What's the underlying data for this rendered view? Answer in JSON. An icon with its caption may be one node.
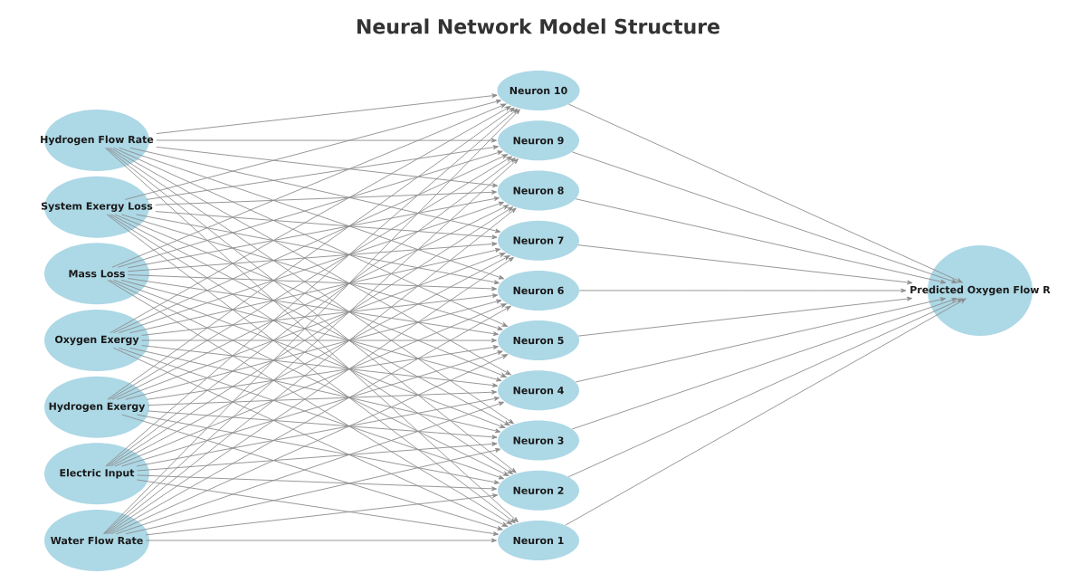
{
  "diagram": {
    "title": "Neural Network Model Structure",
    "nodes": [
      {
        "text": [
          "Hydrogen Flow Rate"
        ]
      },
      {
        "text": [
          "System Exergy Loss"
        ]
      },
      {
        "text": [
          "Mass Loss"
        ]
      },
      {
        "text": [
          "Oxygen Exergy"
        ]
      },
      {
        "text": [
          "Hydrogen Exergy"
        ]
      },
      {
        "text": [
          "Electric Input"
        ]
      },
      {
        "text": [
          "Water Flow Rate"
        ]
      },
      {
        "text": [
          "Neuron 10"
        ]
      },
      {
        "text": [
          "Neuron 9"
        ]
      },
      {
        "text": [
          "Neuron 8"
        ]
      },
      {
        "text": [
          "Neuron 7"
        ]
      },
      {
        "text": [
          "Neuron 6"
        ]
      },
      {
        "text": [
          "Neuron 5"
        ]
      },
      {
        "text": [
          "Neuron 4"
        ]
      },
      {
        "text": [
          "Neuron 3"
        ]
      },
      {
        "text": [
          "Neuron 2"
        ]
      },
      {
        "text": [
          "Neuron 1"
        ]
      },
      {
        "text": [
          "Predicted Oxygen Flow R"
        ]
      }
    ],
    "edges": [
      {
        "from": 0,
        "to": 7,
        "arrow": "to"
      },
      {
        "from": 0,
        "to": 8,
        "arrow": "to"
      },
      {
        "from": 0,
        "to": 9,
        "arrow": "to"
      },
      {
        "from": 0,
        "to": 10,
        "arrow": "to"
      },
      {
        "from": 0,
        "to": 11,
        "arrow": "to"
      },
      {
        "from": 0,
        "to": 12,
        "arrow": "to"
      },
      {
        "from": 0,
        "to": 13,
        "arrow": "to"
      },
      {
        "from": 0,
        "to": 14,
        "arrow": "to"
      },
      {
        "from": 0,
        "to": 15,
        "arrow": "to"
      },
      {
        "from": 0,
        "to": 16,
        "arrow": "to"
      },
      {
        "from": 1,
        "to": 7,
        "arrow": "to"
      },
      {
        "from": 1,
        "to": 8,
        "arrow": "to"
      },
      {
        "from": 1,
        "to": 9,
        "arrow": "to"
      },
      {
        "from": 1,
        "to": 10,
        "arrow": "to"
      },
      {
        "from": 1,
        "to": 11,
        "arrow": "to"
      },
      {
        "from": 1,
        "to": 12,
        "arrow": "to"
      },
      {
        "from": 1,
        "to": 13,
        "arrow": "to"
      },
      {
        "from": 1,
        "to": 14,
        "arrow": "to"
      },
      {
        "from": 1,
        "to": 15,
        "arrow": "to"
      },
      {
        "from": 1,
        "to": 16,
        "arrow": "to"
      },
      {
        "from": 2,
        "to": 7,
        "arrow": "to"
      },
      {
        "from": 2,
        "to": 8,
        "arrow": "to"
      },
      {
        "from": 2,
        "to": 9,
        "arrow": "to"
      },
      {
        "from": 2,
        "to": 10,
        "arrow": "to"
      },
      {
        "from": 2,
        "to": 11,
        "arrow": "to"
      },
      {
        "from": 2,
        "to": 12,
        "arrow": "to"
      },
      {
        "from": 2,
        "to": 13,
        "arrow": "to"
      },
      {
        "from": 2,
        "to": 14,
        "arrow": "to"
      },
      {
        "from": 2,
        "to": 15,
        "arrow": "to"
      },
      {
        "from": 2,
        "to": 16,
        "arrow": "to"
      },
      {
        "from": 3,
        "to": 7,
        "arrow": "to"
      },
      {
        "from": 3,
        "to": 8,
        "arrow": "to"
      },
      {
        "from": 3,
        "to": 9,
        "arrow": "to"
      },
      {
        "from": 3,
        "to": 10,
        "arrow": "to"
      },
      {
        "from": 3,
        "to": 11,
        "arrow": "to"
      },
      {
        "from": 3,
        "to": 12,
        "arrow": "to"
      },
      {
        "from": 3,
        "to": 13,
        "arrow": "to"
      },
      {
        "from": 3,
        "to": 14,
        "arrow": "to"
      },
      {
        "from": 3,
        "to": 15,
        "arrow": "to"
      },
      {
        "from": 3,
        "to": 16,
        "arrow": "to"
      },
      {
        "from": 4,
        "to": 7,
        "arrow": "to"
      },
      {
        "from": 4,
        "to": 8,
        "arrow": "to"
      },
      {
        "from": 4,
        "to": 9,
        "arrow": "to"
      },
      {
        "from": 4,
        "to": 10,
        "arrow": "to"
      },
      {
        "from": 4,
        "to": 11,
        "arrow": "to"
      },
      {
        "from": 4,
        "to": 12,
        "arrow": "to"
      },
      {
        "from": 4,
        "to": 13,
        "arrow": "to"
      },
      {
        "from": 4,
        "to": 14,
        "arrow": "to"
      },
      {
        "from": 4,
        "to": 15,
        "arrow": "to"
      },
      {
        "from": 4,
        "to": 16,
        "arrow": "to"
      },
      {
        "from": 5,
        "to": 7,
        "arrow": "to"
      },
      {
        "from": 5,
        "to": 8,
        "arrow": "to"
      },
      {
        "from": 5,
        "to": 9,
        "arrow": "to"
      },
      {
        "from": 5,
        "to": 10,
        "arrow": "to"
      },
      {
        "from": 5,
        "to": 11,
        "arrow": "to"
      },
      {
        "from": 5,
        "to": 12,
        "arrow": "to"
      },
      {
        "from": 5,
        "to": 13,
        "arrow": "to"
      },
      {
        "from": 5,
        "to": 14,
        "arrow": "to"
      },
      {
        "from": 5,
        "to": 15,
        "arrow": "to"
      },
      {
        "from": 5,
        "to": 16,
        "arrow": "to"
      },
      {
        "from": 6,
        "to": 7,
        "arrow": "to"
      },
      {
        "from": 6,
        "to": 8,
        "arrow": "to"
      },
      {
        "from": 6,
        "to": 9,
        "arrow": "to"
      },
      {
        "from": 6,
        "to": 10,
        "arrow": "to"
      },
      {
        "from": 6,
        "to": 11,
        "arrow": "to"
      },
      {
        "from": 6,
        "to": 12,
        "arrow": "to"
      },
      {
        "from": 6,
        "to": 13,
        "arrow": "to"
      },
      {
        "from": 6,
        "to": 14,
        "arrow": "to"
      },
      {
        "from": 6,
        "to": 15,
        "arrow": "to"
      },
      {
        "from": 6,
        "to": 16,
        "arrow": "to"
      },
      {
        "from": 7,
        "to": 17,
        "arrow": "to"
      },
      {
        "from": 8,
        "to": 17,
        "arrow": "to"
      },
      {
        "from": 9,
        "to": 17,
        "arrow": "to"
      },
      {
        "from": 10,
        "to": 17,
        "arrow": "to"
      },
      {
        "from": 11,
        "to": 17,
        "arrow": "to"
      },
      {
        "from": 12,
        "to": 17,
        "arrow": "to"
      },
      {
        "from": 13,
        "to": 17,
        "arrow": "to"
      },
      {
        "from": 14,
        "to": 17,
        "arrow": "to"
      },
      {
        "from": 15,
        "to": 17,
        "arrow": "to"
      },
      {
        "from": 16,
        "to": 17,
        "arrow": "to"
      }
    ]
  }
}
